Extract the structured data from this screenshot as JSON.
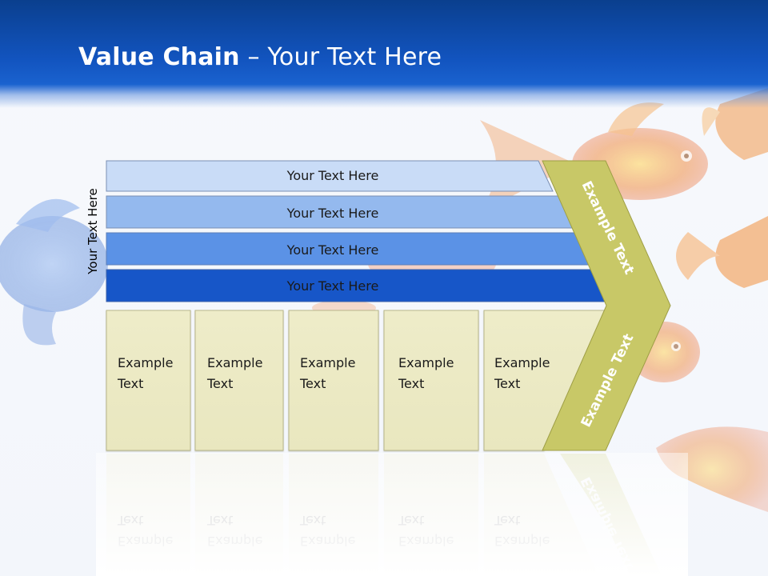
{
  "title": {
    "bold": "Value Chain",
    "rest": " – Your Text Here"
  },
  "side_label": "Your Text Here",
  "bars": [
    {
      "label": "Your Text Here",
      "color": "#c9dcf7"
    },
    {
      "label": "Your Text Here",
      "color": "#94b9ee"
    },
    {
      "label": "Your Text Here",
      "color": "#5b92e6"
    },
    {
      "label": "Your Text Here",
      "color": "#1756c8"
    }
  ],
  "boxes": [
    {
      "line1": "Example",
      "line2": "Text"
    },
    {
      "line1": "Example",
      "line2": "Text"
    },
    {
      "line1": "Example",
      "line2": "Text"
    },
    {
      "line1": "Example",
      "line2": "Text"
    },
    {
      "line1": "Example",
      "line2": "Text"
    }
  ],
  "chevron": {
    "top_label": "Example Text",
    "bottom_label": "Example Text"
  },
  "colors": {
    "header": "#1254bf",
    "box_fill": "#eceac5",
    "chevron_fill": "#c8c867",
    "goldfish": "#e8743a",
    "bluefish": "#5f8fdc"
  }
}
